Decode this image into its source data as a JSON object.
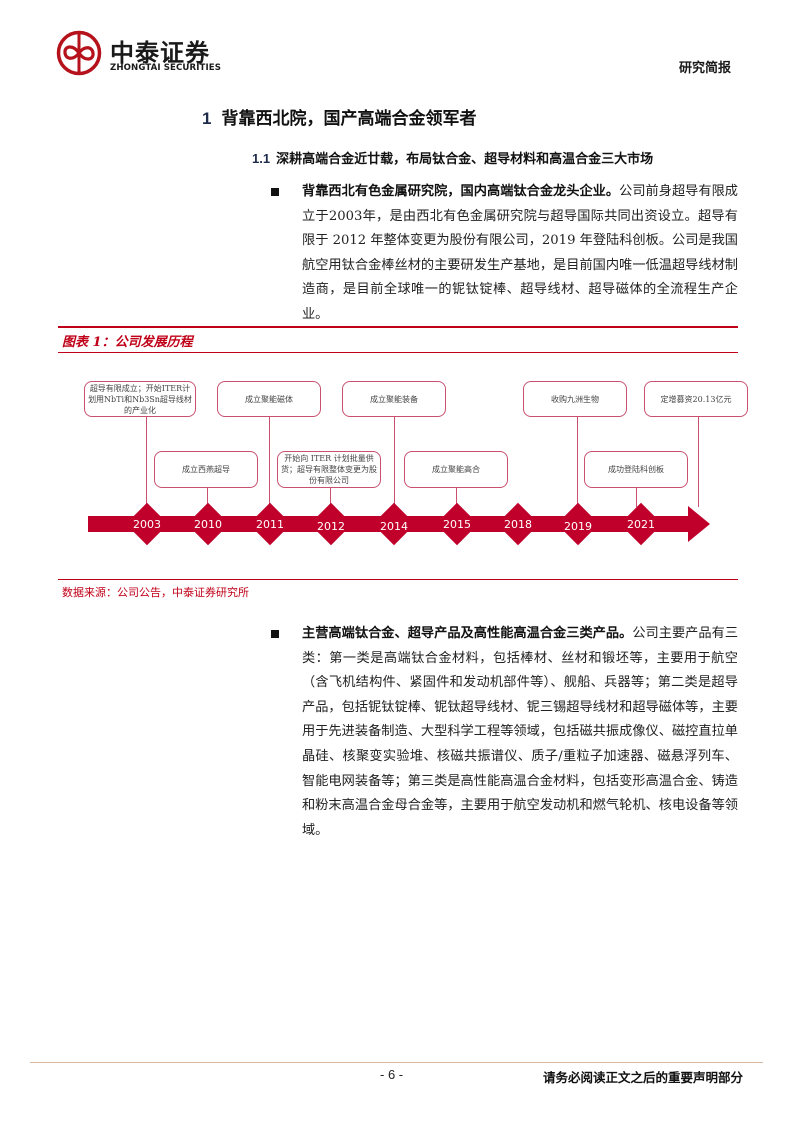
{
  "header": {
    "logo_cn": "中泰证券",
    "logo_en": "ZHONGTAI SECURITIES",
    "report_type": "研究简报"
  },
  "section": {
    "h1_num": "1",
    "h1_title": "背靠西北院，国产高端合金领军者",
    "h2_num": "1.1",
    "h2_title": "深耕高端合金近廿载，布局钛合金、超导材料和高温合金三大市场"
  },
  "paragraph1": {
    "lead": "背靠西北有色金属研究院，国内高端钛合金龙头企业。",
    "body": "公司前身超导有限成立于2003年，是由西北有色金属研究院与超导国际共同出资设立。超导有限于 2012 年整体变更为股份有限公司，2019 年登陆科创板。公司是我国航空用钛合金棒丝材的主要研发生产基地，是目前国内唯一低温超导线材制造商，是目前全球唯一的铌钛锭棒、超导线材、超导磁体的全流程生产企业。"
  },
  "figure": {
    "title": "图表 1：公司发展历程",
    "source": "数据来源：公司公告，中泰证券研究所",
    "years": [
      "2003",
      "2010",
      "2011",
      "2012",
      "2014",
      "2015",
      "2018",
      "2019",
      "2021"
    ],
    "events": [
      {
        "year": "2003",
        "text": "超导有限成立；开始ITER计划用NbTi和Nb3Sn超导线材的产业化",
        "position": "top"
      },
      {
        "year": "2010",
        "text": "成立西燕超导",
        "position": "bottom"
      },
      {
        "year": "2011",
        "text": "成立聚能磁体",
        "position": "top"
      },
      {
        "year": "2012",
        "text": "开始向 ITER 计划批量供货；超导有限整体变更为股份有限公司",
        "position": "bottom"
      },
      {
        "year": "2014",
        "text": "成立聚能装备",
        "position": "top"
      },
      {
        "year": "2015",
        "text": "成立聚能高合",
        "position": "bottom"
      },
      {
        "year": "2018",
        "text": "收购九洲生物",
        "position": "top"
      },
      {
        "year": "2019",
        "text": "成功登陆科创板",
        "position": "bottom"
      },
      {
        "year": "2021",
        "text": "定增募资20.13亿元",
        "position": "top"
      }
    ],
    "colors": {
      "accent": "#c0002a",
      "box_border": "#c9506f",
      "title": "#c00018"
    }
  },
  "paragraph2": {
    "lead": "主营高端钛合金、超导产品及高性能高温合金三类产品。",
    "body": "公司主要产品有三类：第一类是高端钛合金材料，包括棒材、丝材和锻坯等，主要用于航空（含飞机结构件、紧固件和发动机部件等）、舰船、兵器等；第二类是超导产品，包括铌钛锭棒、铌钛超导线材、铌三锡超导线材和超导磁体等，主要用于先进装备制造、大型科学工程等领域，包括磁共振成像仪、磁控直拉单晶硅、核聚变实验堆、核磁共振谱仪、质子/重粒子加速器、磁悬浮列车、智能电网装备等；第三类是高性能高温合金材料，包括变形高温合金、铸造和粉末高温合金母合金等，主要用于航空发动机和燃气轮机、核电设备等领域。"
  },
  "footer": {
    "page_number": "- 6 -",
    "disclaimer": "请务必阅读正文之后的重要声明部分"
  }
}
